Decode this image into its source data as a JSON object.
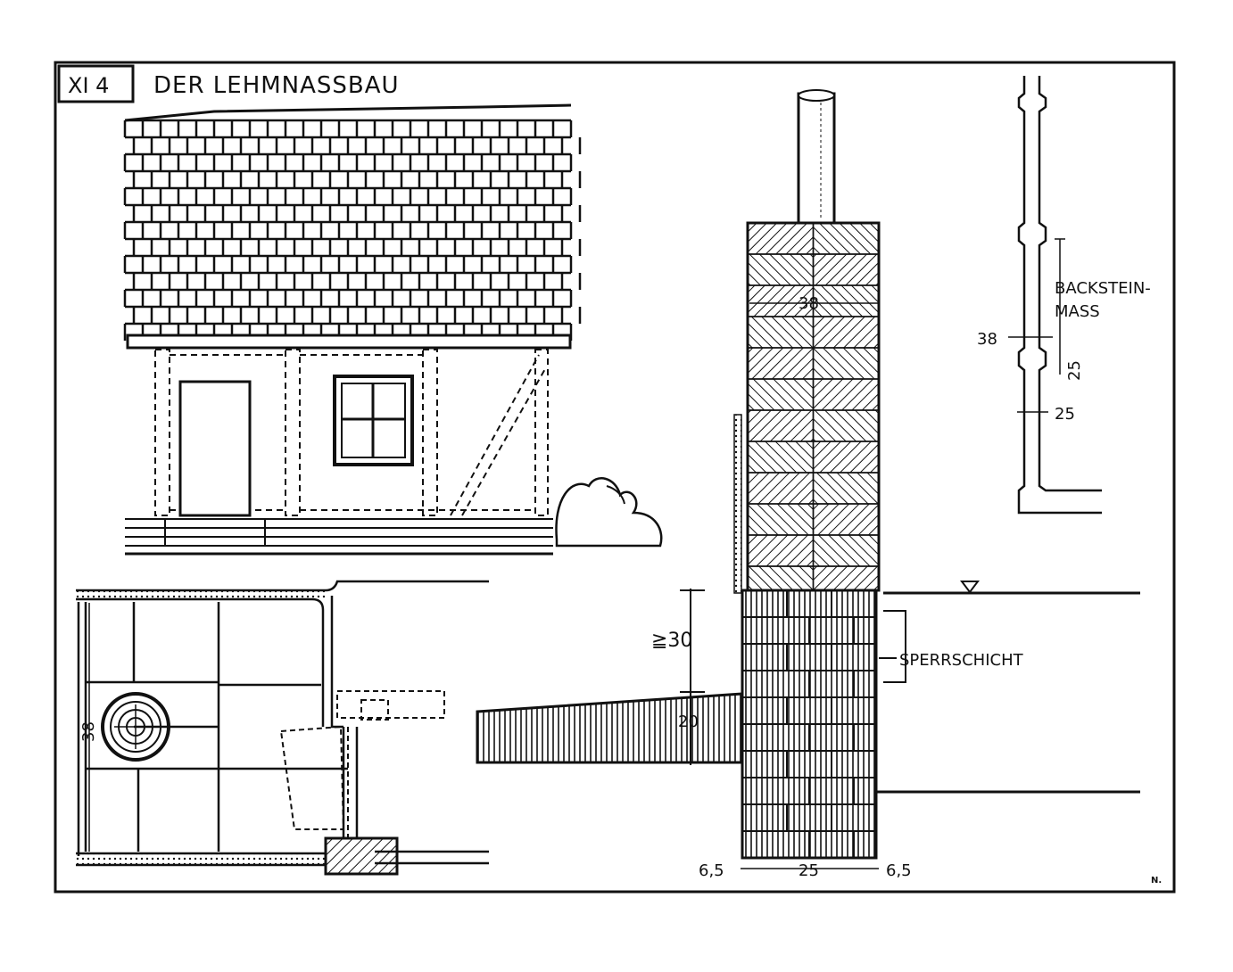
{
  "header": {
    "plate_number": "XI 4",
    "title": "DER LEHMNASSBAU"
  },
  "dimensions": {
    "wall_height_38": "38",
    "section_38": "38",
    "plan_38": "38",
    "brick_25_vertical": "25",
    "brick_25": "25",
    "min_30": "≧30",
    "depth_20": "20",
    "base_left": "6,5",
    "base_mid": "25",
    "base_right": "6,5"
  },
  "labels": {
    "backstein_1": "BACKSTEIN-",
    "backstein_2": "MASS",
    "sperrschicht": "SPERRSCHICHT",
    "signature": "N."
  },
  "colors": {
    "ink": "#111111",
    "paper": "#ffffff"
  }
}
